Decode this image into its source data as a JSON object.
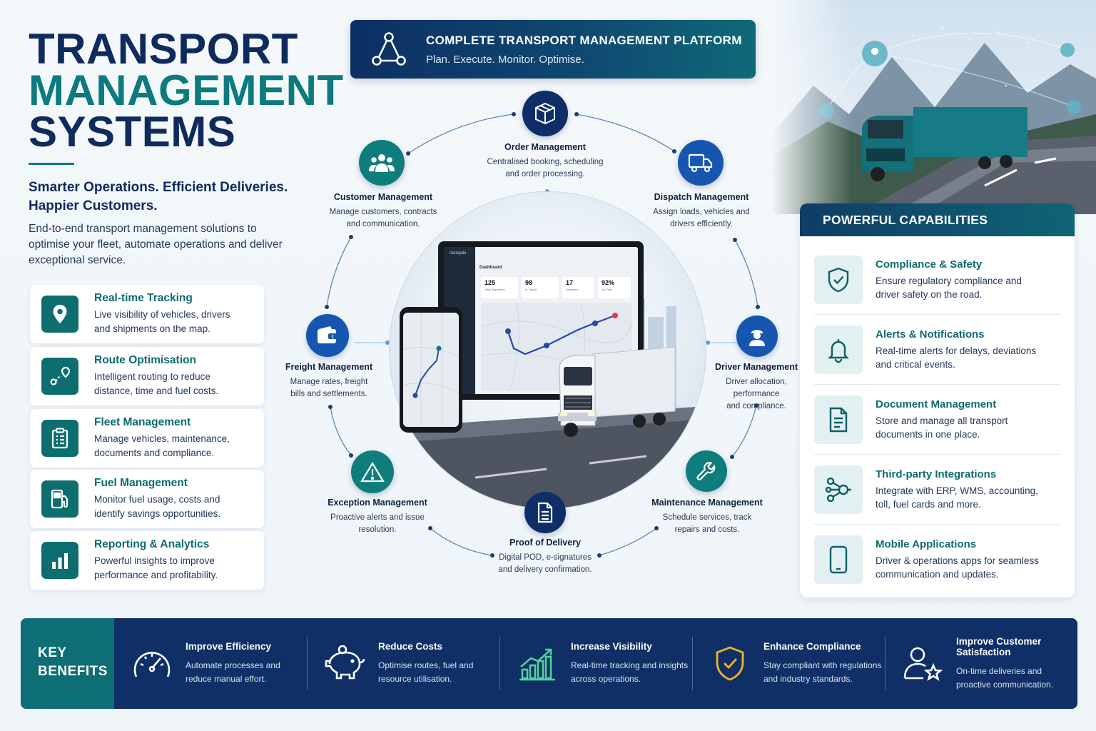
{
  "hero": {
    "title_line1": "TRANSPORT",
    "title_line2": "MANAGEMENT",
    "title_line3": "SYSTEMS",
    "tagline_line1": "Smarter Operations. Efficient Deliveries.",
    "tagline_line2": "Happier Customers.",
    "intro": "End-to-end transport management solutions to optimise your fleet, automate operations and deliver exceptional service."
  },
  "features": [
    {
      "title": "Real-time Tracking",
      "desc": "Live visibility of vehicles, drivers and shipments on the map.",
      "icon": "map-pin-icon"
    },
    {
      "title": "Route Optimisation",
      "desc": "Intelligent routing to reduce distance, time and fuel costs.",
      "icon": "route-icon"
    },
    {
      "title": "Fleet Management",
      "desc": "Manage vehicles, maintenance, documents and compliance.",
      "icon": "clipboard-icon"
    },
    {
      "title": "Fuel Management",
      "desc": "Monitor fuel usage, costs and identify savings opportunities.",
      "icon": "fuel-pump-icon"
    },
    {
      "title": "Reporting & Analytics",
      "desc": "Powerful insights to improve performance and profitability.",
      "icon": "bar-chart-icon"
    }
  ],
  "banner": {
    "title": "COMPLETE TRANSPORT MANAGEMENT PLATFORM",
    "subtitle": "Plan. Execute. Monitor. Optimise."
  },
  "modules": {
    "order": {
      "title": "Order Management",
      "desc1": "Centralised booking, scheduling",
      "desc2": "and order processing."
    },
    "customer": {
      "title": "Customer Management",
      "desc1": "Manage customers, contracts",
      "desc2": "and communication."
    },
    "dispatch": {
      "title": "Dispatch Management",
      "desc1": "Assign loads, vehicles and",
      "desc2": "drivers efficiently."
    },
    "freight": {
      "title": "Freight Management",
      "desc1": "Manage rates, freight",
      "desc2": "bills and settlements."
    },
    "driver": {
      "title": "Driver Management",
      "desc1": "Driver allocation, performance",
      "desc2": "and compliance."
    },
    "exception": {
      "title": "Exception Management",
      "desc1": "Proactive alerts and issue",
      "desc2": "resolution."
    },
    "maintenance": {
      "title": "Maintenance Management",
      "desc1": "Schedule services, track",
      "desc2": "repairs and costs."
    },
    "pod": {
      "title": "Proof of Delivery",
      "desc1": "Digital POD, e-signatures",
      "desc2": "and delivery confirmation."
    }
  },
  "dashboard": {
    "brand": "transpdo",
    "heading": "Dashboard",
    "stats": [
      {
        "value": "125",
        "label": "Total Shipments"
      },
      {
        "value": "98",
        "label": "In Transit"
      },
      {
        "value": "17",
        "label": "Delivered"
      },
      {
        "value": "92%",
        "label": "On Time"
      }
    ]
  },
  "capabilities": {
    "header": "POWERFUL CAPABILITIES",
    "items": [
      {
        "title": "Compliance & Safety",
        "desc": "Ensure regulatory compliance and driver safety on the road.",
        "icon": "shield-check-icon"
      },
      {
        "title": "Alerts & Notifications",
        "desc": "Real-time alerts for delays, deviations and critical events.",
        "icon": "bell-icon"
      },
      {
        "title": "Document Management",
        "desc": "Store and manage all transport documents in one place.",
        "icon": "document-icon"
      },
      {
        "title": "Third-party Integrations",
        "desc": "Integrate with ERP, WMS, accounting, toll, fuel cards and more.",
        "icon": "integration-icon"
      },
      {
        "title": "Mobile Applications",
        "desc": "Driver & operations apps for seamless communication and updates.",
        "icon": "mobile-icon"
      }
    ]
  },
  "benefits": {
    "label_line1": "KEY",
    "label_line2": "BENEFITS",
    "items": [
      {
        "title": "Improve Efficiency",
        "desc": "Automate processes and reduce manual effort.",
        "icon": "speedometer-icon"
      },
      {
        "title": "Reduce Costs",
        "desc": "Optimise routes, fuel and resource utilisation.",
        "icon": "piggy-bank-icon"
      },
      {
        "title": "Increase Visibility",
        "desc": "Real-time tracking and insights across operations.",
        "icon": "growth-chart-icon"
      },
      {
        "title": "Enhance Compliance",
        "desc": "Stay compliant with regulations and industry standards.",
        "icon": "shield-check-icon"
      },
      {
        "title": "Improve Customer Satisfaction",
        "desc": "On-time deliveries and proactive communication.",
        "icon": "user-star-icon"
      }
    ]
  },
  "colors": {
    "navy": "#0f2a5c",
    "teal": "#0d7a7e",
    "gold": "#f2b32a"
  }
}
